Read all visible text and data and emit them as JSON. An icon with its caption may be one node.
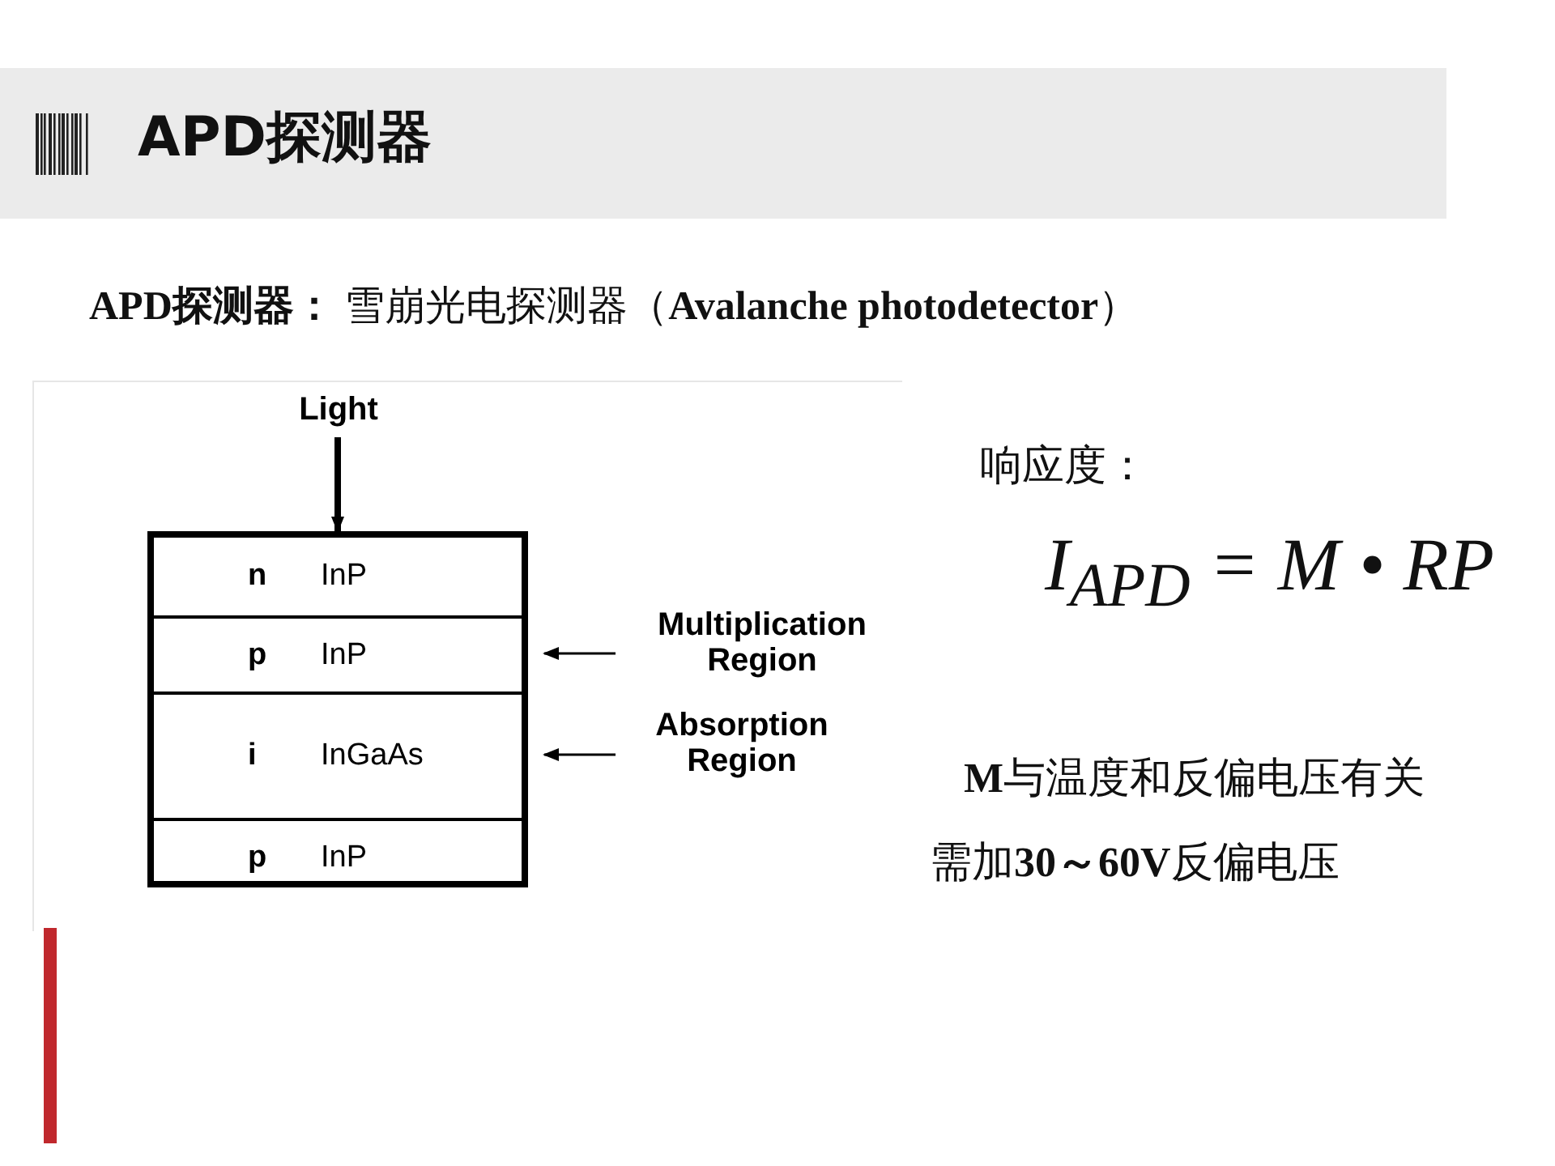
{
  "diagram": {
    "title": "APD探测器",
    "nodes": [
      {
        "text": [
          "Light"
        ]
      },
      {
        "text": [],
        "shape": "box"
      },
      {
        "text": [
          "n",
          "InP"
        ],
        "in": 1
      },
      {
        "text": [
          "p",
          "InP"
        ],
        "in": 1
      },
      {
        "text": [
          "i",
          "InGaAs"
        ],
        "in": 1
      },
      {
        "text": [
          "p",
          "InP"
        ],
        "in": 1
      },
      {
        "text": [
          "Multiplication Region"
        ]
      },
      {
        "text": [
          "Absorption Region"
        ]
      }
    ],
    "edges": [
      {
        "from": 0,
        "to": 1,
        "arrow": "to",
        "style": "thick"
      },
      {
        "from": 6,
        "to": 3,
        "arrow": "to"
      },
      {
        "from": 7,
        "to": 4,
        "arrow": "to"
      }
    ],
    "labels": [
      "**APD探测器：** 雪崩光电探测器（**Avalanche photodetector**）",
      "响应度：",
      "I$_{APD}$ = M • RP",
      "**M**与温度和反偏电压有关",
      "需加**30～60V**反偏电压"
    ]
  }
}
